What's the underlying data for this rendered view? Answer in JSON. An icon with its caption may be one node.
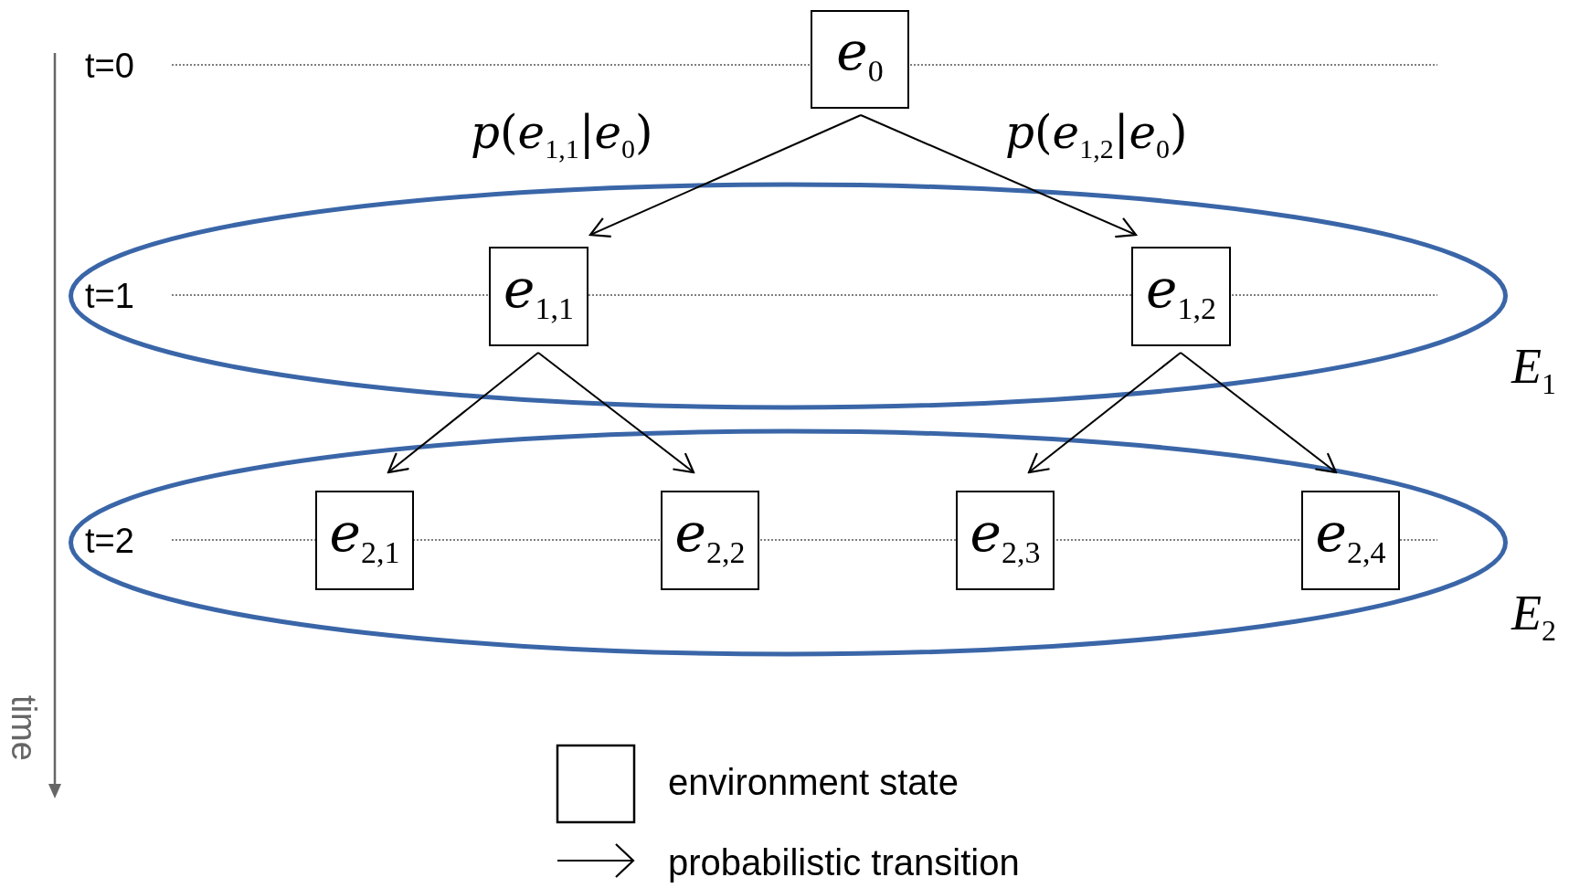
{
  "diagram": {
    "nodes": [
      {
        "text": [
          "*e*$_{0}$"
        ]
      },
      {
        "text": [
          "*E*$_{1}$"
        ]
      },
      {
        "text": [
          "*e*$_{1,1}$"
        ],
        "in": 1
      },
      {
        "text": [
          "*e*$_{1,2}$"
        ],
        "in": 1
      },
      {
        "text": [
          "*E*$_{2}$"
        ]
      },
      {
        "text": [
          "*e*$_{2,1}$"
        ],
        "in": 4
      },
      {
        "text": [
          "*e*$_{2,2}$"
        ],
        "in": 4
      },
      {
        "text": [
          "*e*$_{2,3}$"
        ],
        "in": 4
      },
      {
        "text": [
          "*e*$_{2,4}$"
        ],
        "in": 4
      }
    ],
    "edges": [
      {
        "from": 0,
        "to": 2,
        "arrow": "to",
        "label": "*p*(*e*$_{1,1}$|*e*$_{0}$)"
      },
      {
        "from": 0,
        "to": 3,
        "arrow": "to",
        "label": "*p*(*e*$_{1,2}$|*e*$_{0}$)"
      },
      {
        "from": 2,
        "to": 5,
        "arrow": "to"
      },
      {
        "from": 2,
        "to": 6,
        "arrow": "to"
      },
      {
        "from": 3,
        "to": 7,
        "arrow": "to"
      },
      {
        "from": 3,
        "to": 8,
        "arrow": "to"
      }
    ],
    "labels": [
      "t=0",
      "t=1",
      "t=2",
      "time"
    ],
    "legend": [
      {
        "text": "environment state"
      },
      {
        "text": "probabilistic transition"
      }
    ]
  }
}
